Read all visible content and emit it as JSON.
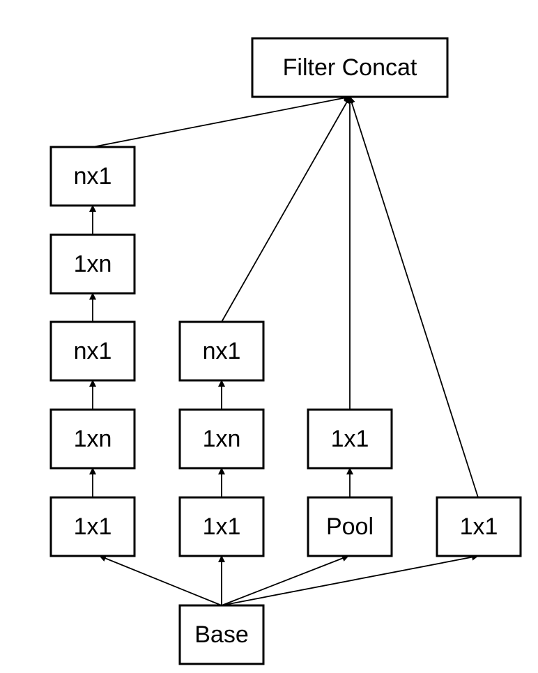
{
  "diagram": {
    "nodes": {
      "filter_concat": "Filter Concat",
      "base": "Base",
      "b1_1x1": "1x1",
      "b1_1xn_a": "1xn",
      "b1_nx1_a": "nx1",
      "b1_1xn_b": "1xn",
      "b1_nx1_b": "nx1",
      "b2_1x1": "1x1",
      "b2_1xn": "1xn",
      "b2_nx1": "nx1",
      "b3_pool": "Pool",
      "b3_1x1": "1x1",
      "b4_1x1": "1x1"
    },
    "edges": [
      [
        "base",
        "b1_1x1"
      ],
      [
        "base",
        "b2_1x1"
      ],
      [
        "base",
        "b3_pool"
      ],
      [
        "base",
        "b4_1x1"
      ],
      [
        "b1_1x1",
        "b1_1xn_a"
      ],
      [
        "b1_1xn_a",
        "b1_nx1_a"
      ],
      [
        "b1_nx1_a",
        "b1_1xn_b"
      ],
      [
        "b1_1xn_b",
        "b1_nx1_b"
      ],
      [
        "b2_1x1",
        "b2_1xn"
      ],
      [
        "b2_1xn",
        "b2_nx1"
      ],
      [
        "b3_pool",
        "b3_1x1"
      ],
      [
        "b1_nx1_b",
        "filter_concat"
      ],
      [
        "b2_nx1",
        "filter_concat"
      ],
      [
        "b3_1x1",
        "filter_concat"
      ],
      [
        "b4_1x1",
        "filter_concat"
      ]
    ]
  }
}
